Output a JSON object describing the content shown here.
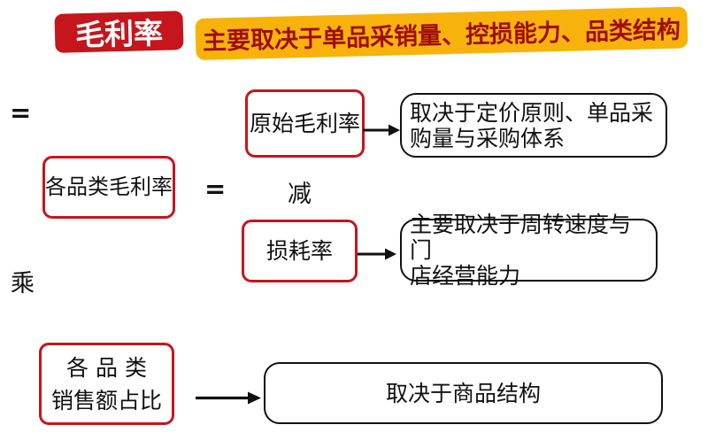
{
  "title": {
    "label": "毛利率"
  },
  "banner": {
    "text": "主要取决于单品采销量、控损能力、品类结构"
  },
  "operators": {
    "equals_top": "=",
    "equals_mid": "=",
    "minus": "减",
    "multiply": "乘"
  },
  "nodes": {
    "category_margin": {
      "label": "各品类毛利率"
    },
    "original_margin": {
      "label": "原始毛利率"
    },
    "loss_rate": {
      "label": "损耗率"
    },
    "sales_share": {
      "lines": [
        "各品类",
        "销售额占比"
      ]
    },
    "pricing_factor": {
      "lines": [
        "取决于定价原则、单品采",
        "购量与采购体系"
      ]
    },
    "turnover_factor": {
      "lines": [
        "主要取决于周转速度与门",
        "店经营能力"
      ]
    },
    "structure_factor": {
      "label": "取决于商品结构"
    }
  },
  "colors": {
    "accent_red": "#C4161C",
    "banner_yellow": "#F7B30B",
    "banner_text_red": "#A00D0D",
    "outline_black": "#111111"
  }
}
